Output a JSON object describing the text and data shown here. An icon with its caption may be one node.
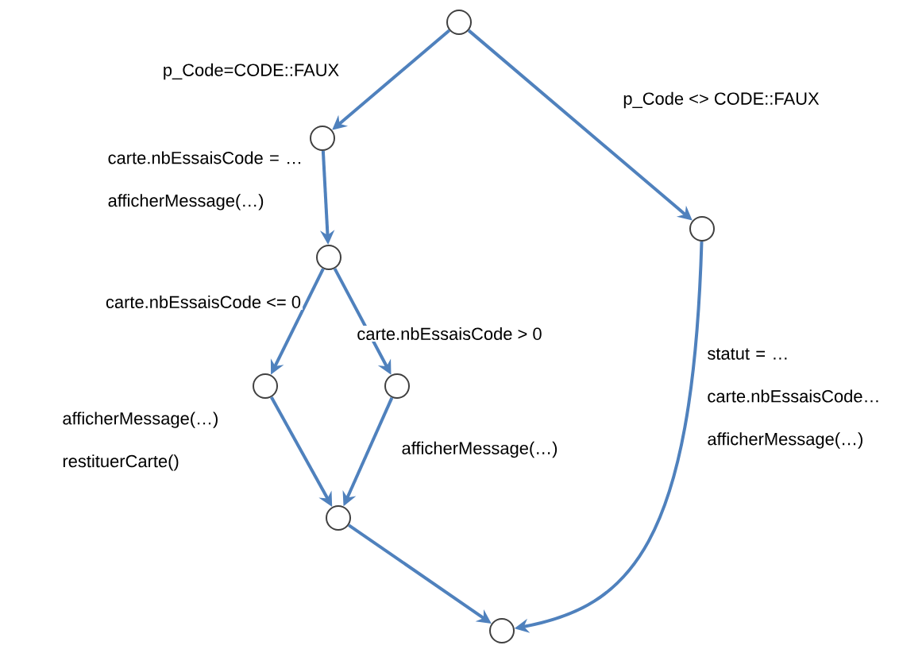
{
  "diagram": {
    "nodes": [
      {
        "text": [],
        "shape": "circle"
      },
      {
        "text": [],
        "shape": "circle"
      },
      {
        "text": [],
        "shape": "circle"
      },
      {
        "text": [],
        "shape": "circle"
      },
      {
        "text": [],
        "shape": "circle"
      },
      {
        "text": [],
        "shape": "circle"
      },
      {
        "text": [],
        "shape": "circle"
      },
      {
        "text": [],
        "shape": "circle"
      }
    ],
    "edges": [
      {
        "from": 0,
        "to": 1,
        "arrow": "to",
        "label": "p_Code=CODE::FAUX"
      },
      {
        "from": 0,
        "to": 2,
        "arrow": "to",
        "label": "p_Code <> CODE::FAUX"
      },
      {
        "from": 1,
        "to": 3,
        "arrow": "to",
        "label": "carte.nbEssaisCode = … afficherMessage(…)"
      },
      {
        "from": 3,
        "to": 4,
        "arrow": "to",
        "label": "carte.nbEssaisCode <= 0"
      },
      {
        "from": 3,
        "to": 5,
        "arrow": "to",
        "label": "carte.nbEssaisCode > 0"
      },
      {
        "from": 4,
        "to": 6,
        "arrow": "to",
        "label": "afficherMessage(…) restituerCarte()"
      },
      {
        "from": 5,
        "to": 6,
        "arrow": "to",
        "label": "afficherMessage(…)"
      },
      {
        "from": 6,
        "to": 7,
        "arrow": "to"
      },
      {
        "from": 2,
        "to": 7,
        "arrow": "to",
        "label": "statut = … carte.nbEssaisCode… afficherMessage(…)"
      }
    ]
  }
}
